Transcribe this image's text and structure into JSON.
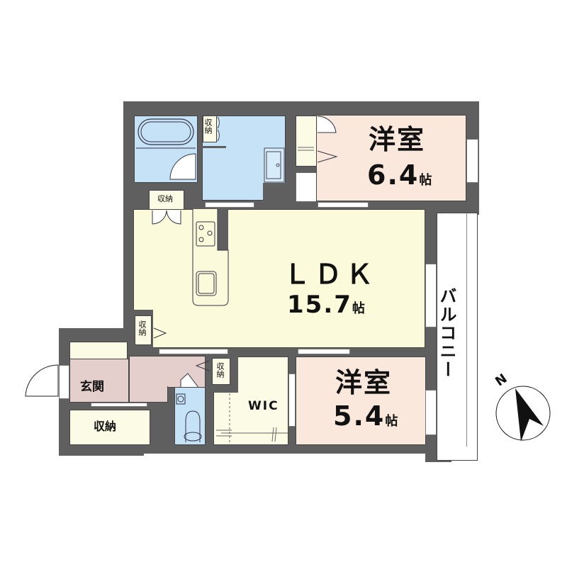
{
  "floor_plan": {
    "type": "apartment_3LDK_like",
    "colors": {
      "wall": "#5f5f5f",
      "ldk": "#fbfbdc",
      "western_room": "#fbe8dc",
      "wet_area": "#c6e2f6",
      "entrance": "#e4cfcc",
      "storage": "#fbfbe6",
      "balcony": "#ffffff",
      "text": "#111111"
    },
    "rooms": {
      "ldk": {
        "name": "ＬＤＫ",
        "size": "15.7",
        "unit": "帖"
      },
      "western_room_1": {
        "name": "洋室",
        "size": "6.4",
        "unit": "帖"
      },
      "western_room_2": {
        "name": "洋室",
        "size": "5.4",
        "unit": "帖"
      },
      "entrance": {
        "name": "玄関"
      },
      "wic": {
        "name": "WIC"
      },
      "balcony": {
        "name": "バルコニー"
      },
      "storage_large": {
        "name": "収納"
      },
      "storage_ldk_top": {
        "name": "収納"
      },
      "storage_ldk_left": {
        "name": "収納"
      },
      "storage_bath": {
        "name": "収納"
      },
      "storage_hall": {
        "name": "収納"
      }
    },
    "compass": {
      "label": "N"
    }
  }
}
